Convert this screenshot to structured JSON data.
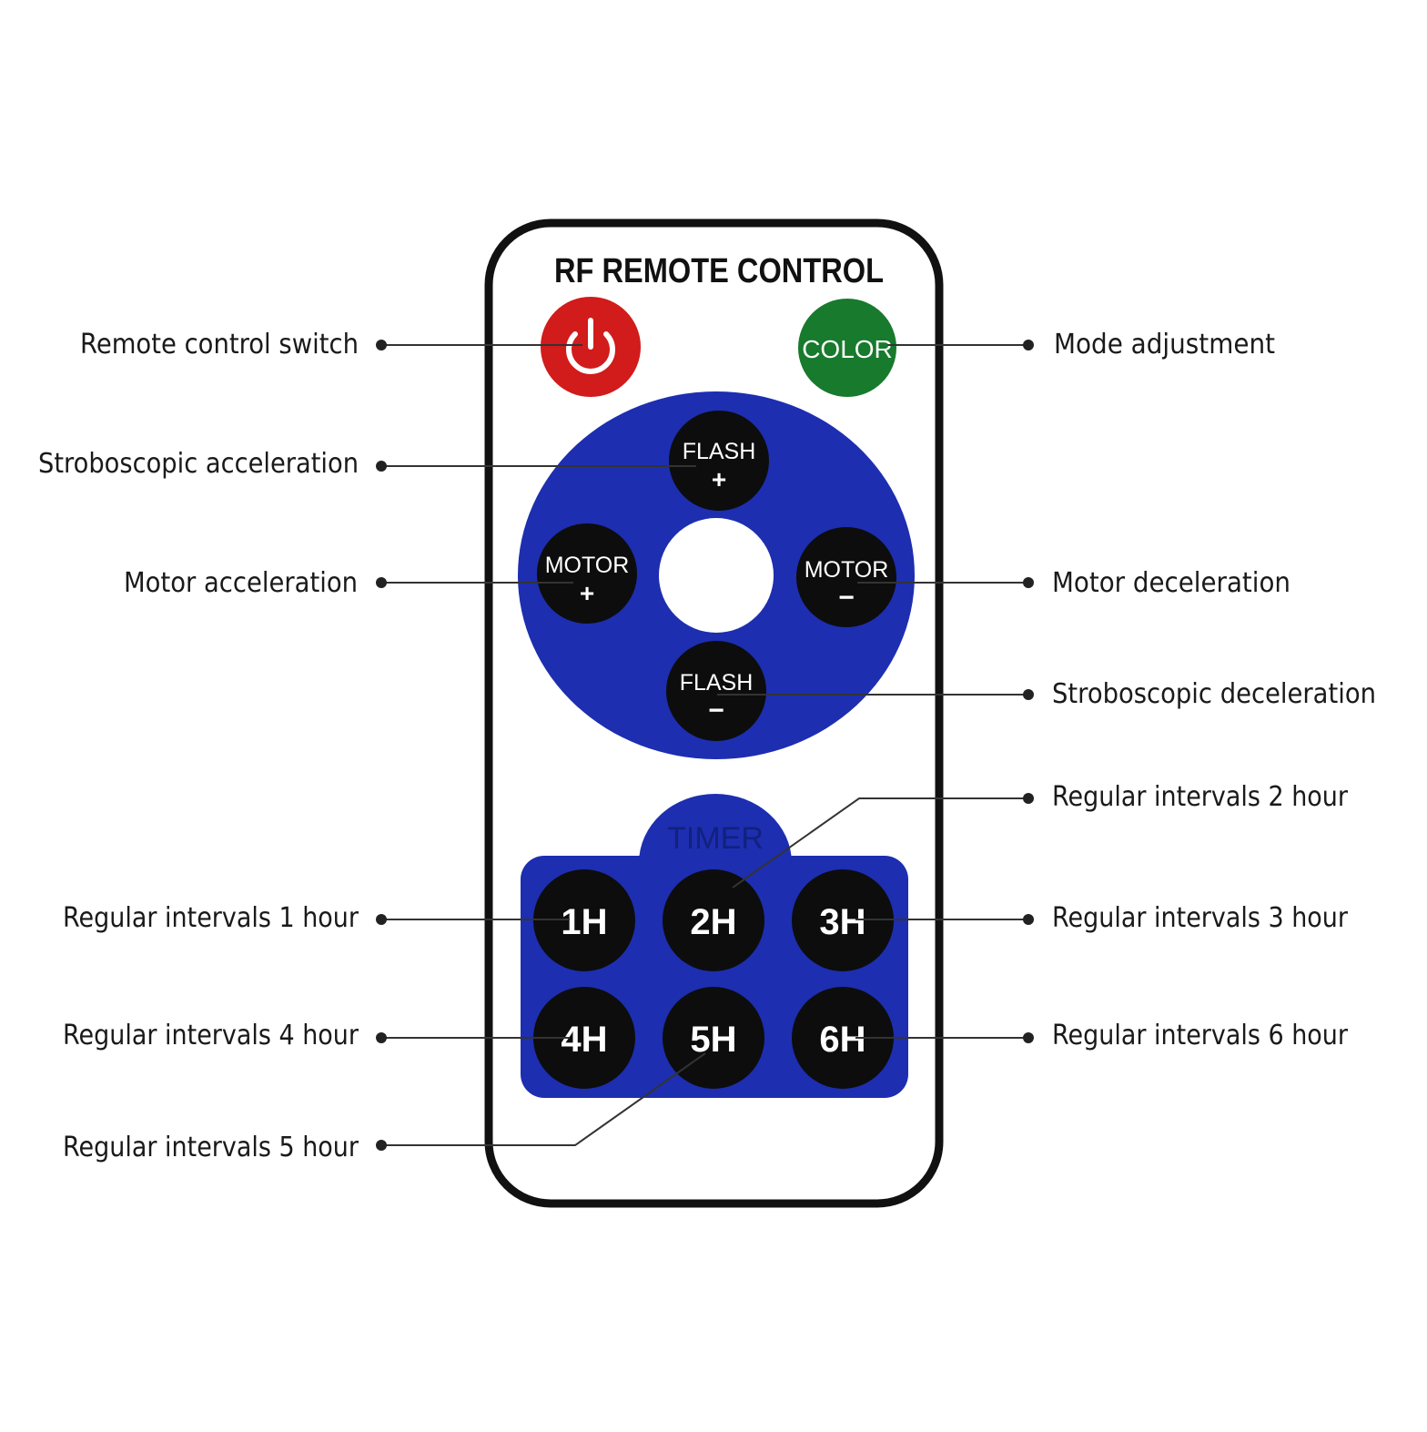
{
  "remote": {
    "title": "RF REMOTE CONTROL",
    "colors": {
      "body": "#ffffff",
      "outline": "#111111",
      "pad": "#1d2eb0",
      "power": "#d21b1b",
      "color_button": "#177a2c",
      "button": "#0d0d0d"
    },
    "power_button": {
      "icon": "power-icon"
    },
    "color_button": {
      "label": "COLOR"
    },
    "flash_up": {
      "label": "FLASH",
      "sign": "+"
    },
    "flash_down": {
      "label": "FLASH",
      "sign": "−"
    },
    "motor_up": {
      "label": "MOTOR",
      "sign": "+"
    },
    "motor_down": {
      "label": "MOTOR",
      "sign": "−"
    },
    "timer": {
      "label": "TIMER",
      "buttons": [
        "1H",
        "2H",
        "3H",
        "4H",
        "5H",
        "6H"
      ]
    }
  },
  "callouts": {
    "power": "Remote control switch",
    "color": "Mode adjustment",
    "flash_up": "Stroboscopic acceleration",
    "motor_up": "Motor acceleration",
    "motor_down": "Motor deceleration",
    "flash_down": "Stroboscopic deceleration",
    "t1": "Regular intervals 1 hour",
    "t2": "Regular intervals 2 hour",
    "t3": "Regular intervals 3 hour",
    "t4": "Regular intervals 4 hour",
    "t5": "Regular intervals 5 hour",
    "t6": "Regular intervals 6 hour"
  }
}
